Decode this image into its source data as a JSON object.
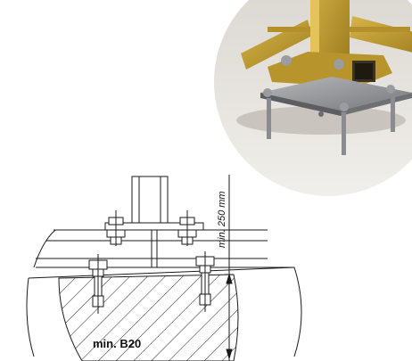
{
  "drawing": {
    "dimension_label": "min. 250 mm",
    "concrete_label": "min. B20"
  },
  "photo": {
    "subject": "yellow-steel-frame-base-with-anchor-bolts"
  },
  "colors": {
    "frame_yellow": "#c9a534",
    "plate_grey": "#8e9196",
    "line": "#1a1a1a"
  }
}
